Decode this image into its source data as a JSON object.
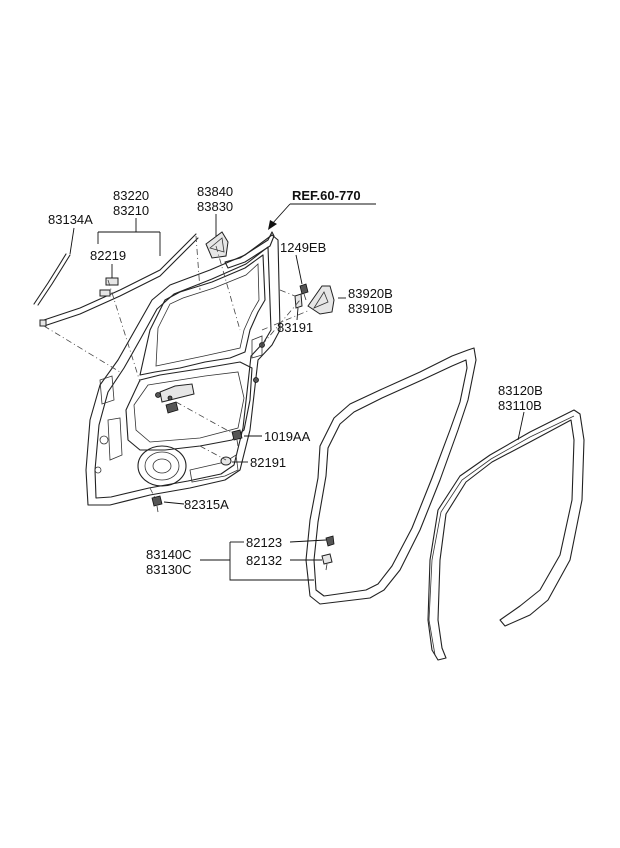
{
  "diagram": {
    "reference": "REF.60-770",
    "labels": {
      "p83134A": "83134A",
      "p83220": "83220",
      "p83210": "83210",
      "p82219": "82219",
      "p83840": "83840",
      "p83830": "83830",
      "p1249EB": "1249EB",
      "p83191": "83191",
      "p83920B": "83920B",
      "p83910B": "83910B",
      "p1019AA": "1019AA",
      "p82191": "82191",
      "p82315A": "82315A",
      "p83120B": "83120B",
      "p83110B": "83110B",
      "p82123": "82123",
      "p82132": "82132",
      "p83140C": "83140C",
      "p83130C": "83130C"
    }
  }
}
